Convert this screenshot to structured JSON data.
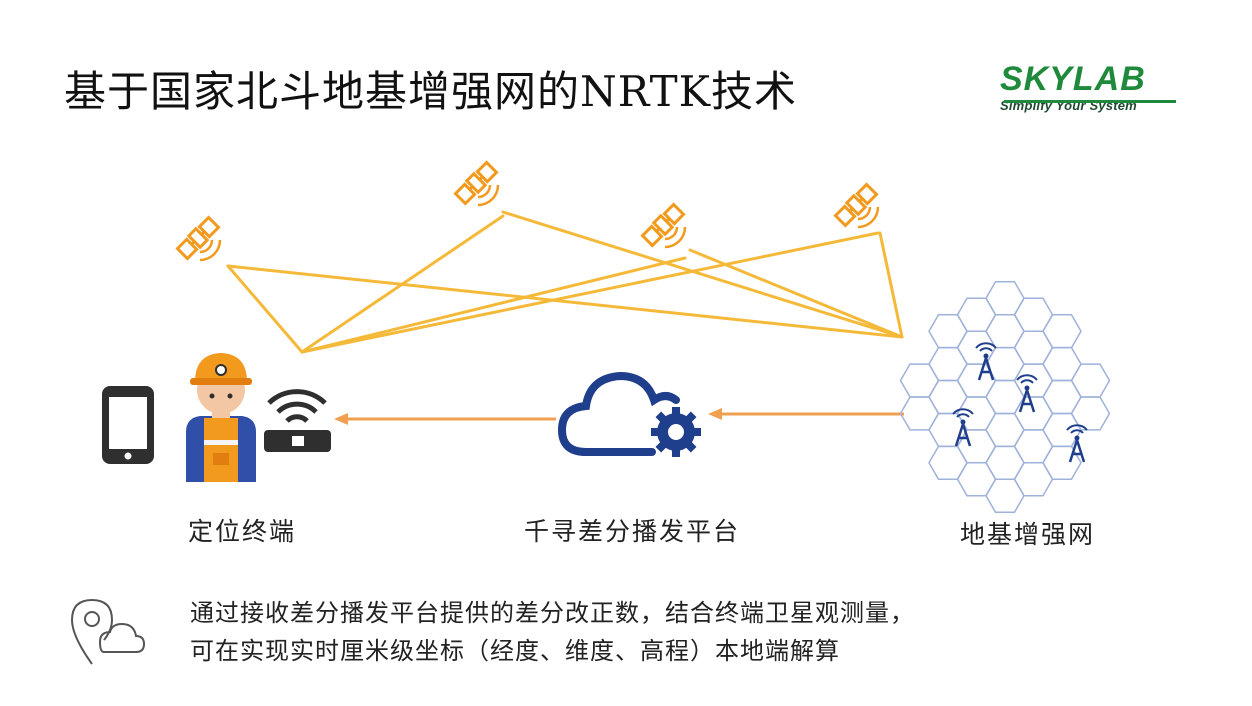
{
  "title": "基于国家北斗地基增强网的NRTK技术",
  "logo": {
    "main": "SKYLAB",
    "tagline": "Simplify Your System"
  },
  "nodes": {
    "terminal": "定位终端",
    "platform": "千寻差分播发平台",
    "network": "地基增强网"
  },
  "description": {
    "line1": "通过接收差分播发平台提供的差分改正数，结合终端卫星观测量，",
    "line2": "可在实现实时厘米级坐标（经度、维度、高程）本地端解算"
  },
  "icons": {
    "satellite": "satellite-icon",
    "phone": "smartphone-icon",
    "worker": "worker-helmet-icon",
    "router": "wifi-router-icon",
    "cloud": "cloud-gear-icon",
    "grid": "hexagon-network-icon",
    "tower": "antenna-tower-icon",
    "location": "location-cloud-icon"
  },
  "colors": {
    "signal_line": "#f5b93a",
    "arrow": "#f0a050",
    "satellite": "#f29a1e",
    "cloud": "#1f3f8c",
    "hex": "#9fb2d9",
    "logo": "#1f8a3b"
  }
}
